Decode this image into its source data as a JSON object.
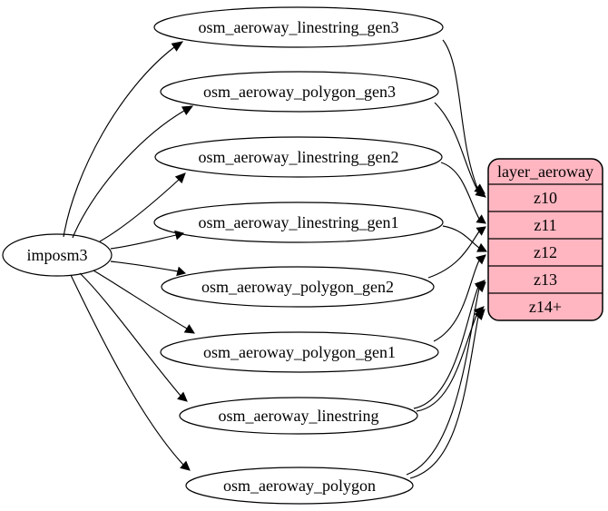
{
  "diagram": {
    "background": "#ffffff",
    "edge_color": "#000000",
    "node_fill": "#ffffff",
    "node_stroke": "#000000",
    "layer_fill": "#ffb6c1",
    "source_node": {
      "id": "imposm3",
      "label": "imposm3"
    },
    "table_nodes": [
      {
        "id": "osm_aeroway_linestring_gen3",
        "label": "osm_aeroway_linestring_gen3"
      },
      {
        "id": "osm_aeroway_polygon_gen3",
        "label": "osm_aeroway_polygon_gen3"
      },
      {
        "id": "osm_aeroway_linestring_gen2",
        "label": "osm_aeroway_linestring_gen2"
      },
      {
        "id": "osm_aeroway_linestring_gen1",
        "label": "osm_aeroway_linestring_gen1"
      },
      {
        "id": "osm_aeroway_polygon_gen2",
        "label": "osm_aeroway_polygon_gen2"
      },
      {
        "id": "osm_aeroway_polygon_gen1",
        "label": "osm_aeroway_polygon_gen1"
      },
      {
        "id": "osm_aeroway_linestring",
        "label": "osm_aeroway_linestring"
      },
      {
        "id": "osm_aeroway_polygon",
        "label": "osm_aeroway_polygon"
      }
    ],
    "layer_node": {
      "id": "layer_aeroway",
      "title": "layer_aeroway",
      "rows": [
        {
          "id": "z10",
          "label": "z10"
        },
        {
          "id": "z11",
          "label": "z11"
        },
        {
          "id": "z12",
          "label": "z12"
        },
        {
          "id": "z13",
          "label": "z13"
        },
        {
          "id": "z14plus",
          "label": "z14+"
        }
      ]
    },
    "edges": [
      {
        "from": "imposm3",
        "to": "osm_aeroway_linestring_gen3"
      },
      {
        "from": "imposm3",
        "to": "osm_aeroway_polygon_gen3"
      },
      {
        "from": "imposm3",
        "to": "osm_aeroway_linestring_gen2"
      },
      {
        "from": "imposm3",
        "to": "osm_aeroway_linestring_gen1"
      },
      {
        "from": "imposm3",
        "to": "osm_aeroway_polygon_gen2"
      },
      {
        "from": "imposm3",
        "to": "osm_aeroway_polygon_gen1"
      },
      {
        "from": "imposm3",
        "to": "osm_aeroway_linestring"
      },
      {
        "from": "imposm3",
        "to": "osm_aeroway_polygon"
      },
      {
        "from": "osm_aeroway_linestring_gen3",
        "to": "layer_aeroway",
        "row": "z10"
      },
      {
        "from": "osm_aeroway_polygon_gen3",
        "to": "layer_aeroway",
        "row": "z10"
      },
      {
        "from": "osm_aeroway_linestring_gen2",
        "to": "layer_aeroway",
        "row": "z11"
      },
      {
        "from": "osm_aeroway_polygon_gen2",
        "to": "layer_aeroway",
        "row": "z11"
      },
      {
        "from": "osm_aeroway_linestring_gen1",
        "to": "layer_aeroway",
        "row": "z12"
      },
      {
        "from": "osm_aeroway_polygon_gen1",
        "to": "layer_aeroway",
        "row": "z12"
      },
      {
        "from": "osm_aeroway_linestring",
        "to": "layer_aeroway",
        "row": "z13"
      },
      {
        "from": "osm_aeroway_linestring",
        "to": "layer_aeroway",
        "row": "z14plus"
      },
      {
        "from": "osm_aeroway_polygon",
        "to": "layer_aeroway",
        "row": "z13"
      },
      {
        "from": "osm_aeroway_polygon",
        "to": "layer_aeroway",
        "row": "z14plus"
      }
    ]
  }
}
